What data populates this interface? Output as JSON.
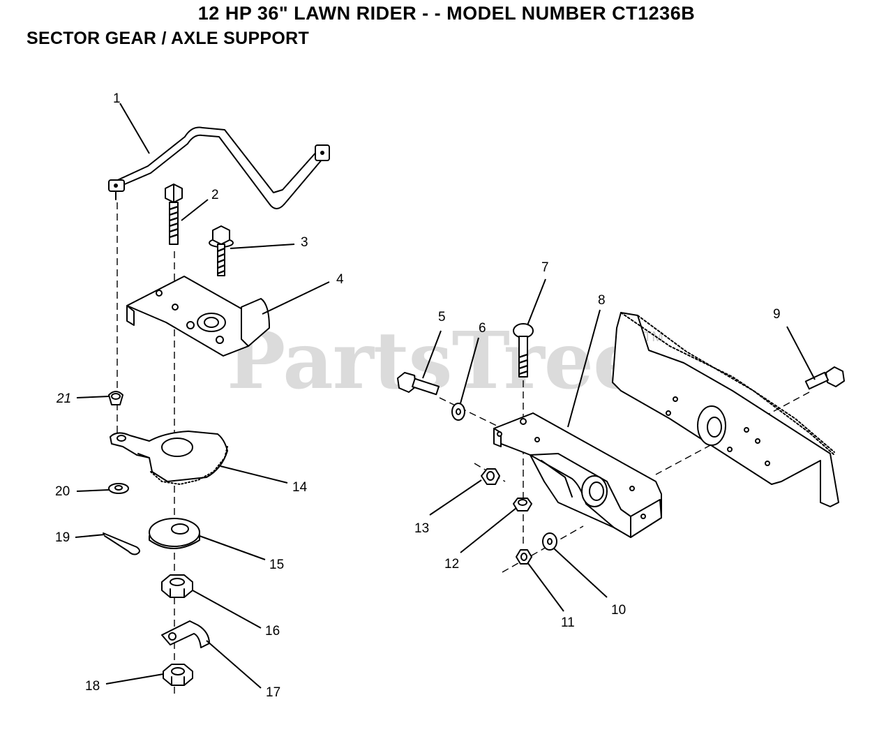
{
  "title": "12 HP 36\" LAWN RIDER - - MODEL NUMBER CT1236B",
  "subtitle": "SECTOR GEAR / AXLE SUPPORT",
  "watermark": "PartsTree",
  "watermark_tm": "TM",
  "callouts": {
    "c1": "1",
    "c2": "2",
    "c3": "3",
    "c4": "4",
    "c5": "5",
    "c6": "6",
    "c7": "7",
    "c8": "8",
    "c9": "9",
    "c10": "10",
    "c11": "11",
    "c12": "12",
    "c13": "13",
    "c14": "14",
    "c15": "15",
    "c16": "16",
    "c17": "17",
    "c18": "18",
    "c19": "19",
    "c20": "20",
    "c21": "21"
  }
}
